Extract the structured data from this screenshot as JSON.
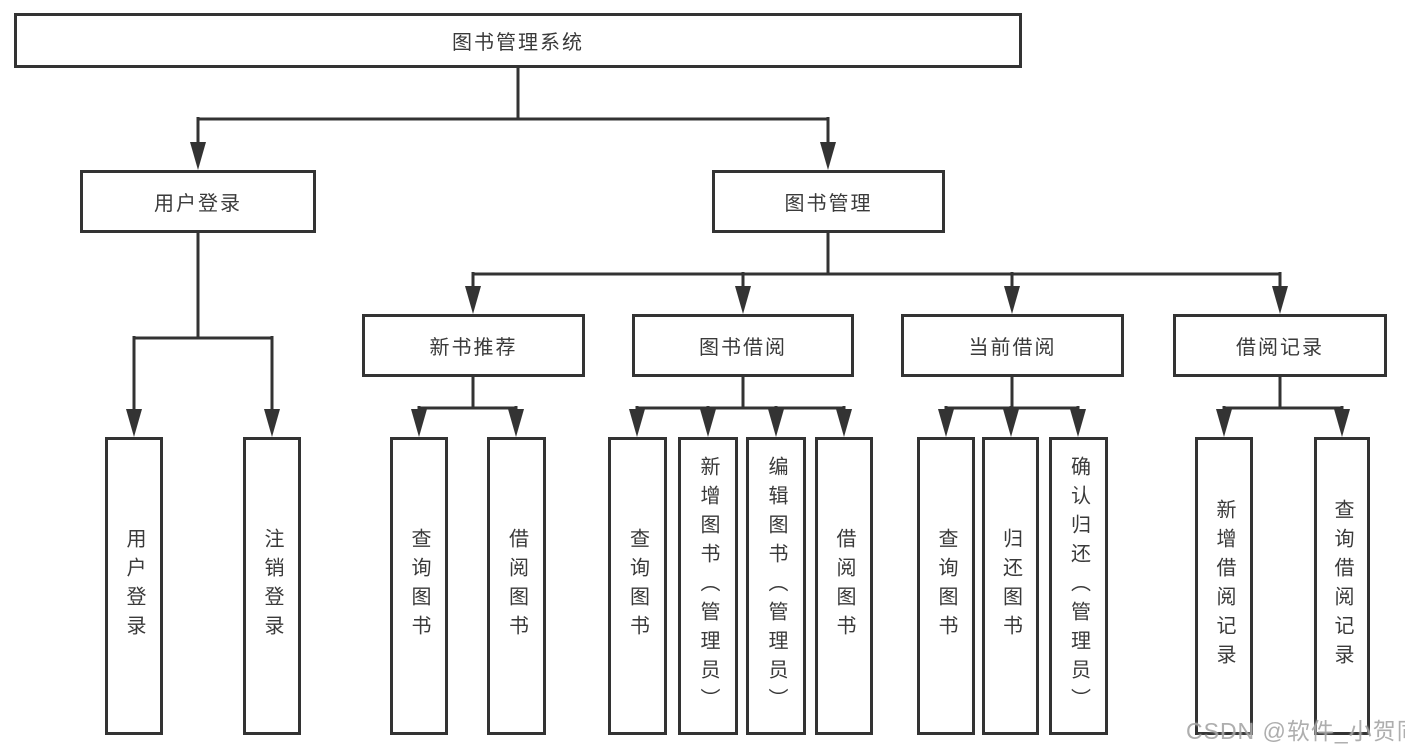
{
  "diagram": {
    "type": "hierarchy-tree",
    "orientation": "top-down"
  },
  "colors": {
    "background": "#ffffff",
    "line": "#333333",
    "box_border": "#333333",
    "text": "#3a3a3a",
    "watermark": "#a0a0a0"
  },
  "tree": {
    "label": "图书管理系统",
    "children": [
      {
        "label": "用户登录",
        "children": [
          {
            "label": "用户登录"
          },
          {
            "label": "注销登录"
          }
        ]
      },
      {
        "label": "图书管理",
        "children": [
          {
            "label": "新书推荐",
            "children": [
              {
                "label": "查询图书"
              },
              {
                "label": "借阅图书"
              }
            ]
          },
          {
            "label": "图书借阅",
            "children": [
              {
                "label": "查询图书"
              },
              {
                "label": "新增图书（管理员）"
              },
              {
                "label": "编辑图书（管理员）"
              },
              {
                "label": "借阅图书"
              }
            ]
          },
          {
            "label": "当前借阅",
            "children": [
              {
                "label": "查询图书"
              },
              {
                "label": "归还图书"
              },
              {
                "label": "确认归还（管理员）"
              }
            ]
          },
          {
            "label": "借阅记录",
            "children": [
              {
                "label": "新增借阅记录"
              },
              {
                "label": "查询借阅记录"
              }
            ]
          }
        ]
      }
    ]
  },
  "watermark": {
    "text": "CSDN @软件_小贺同学"
  }
}
